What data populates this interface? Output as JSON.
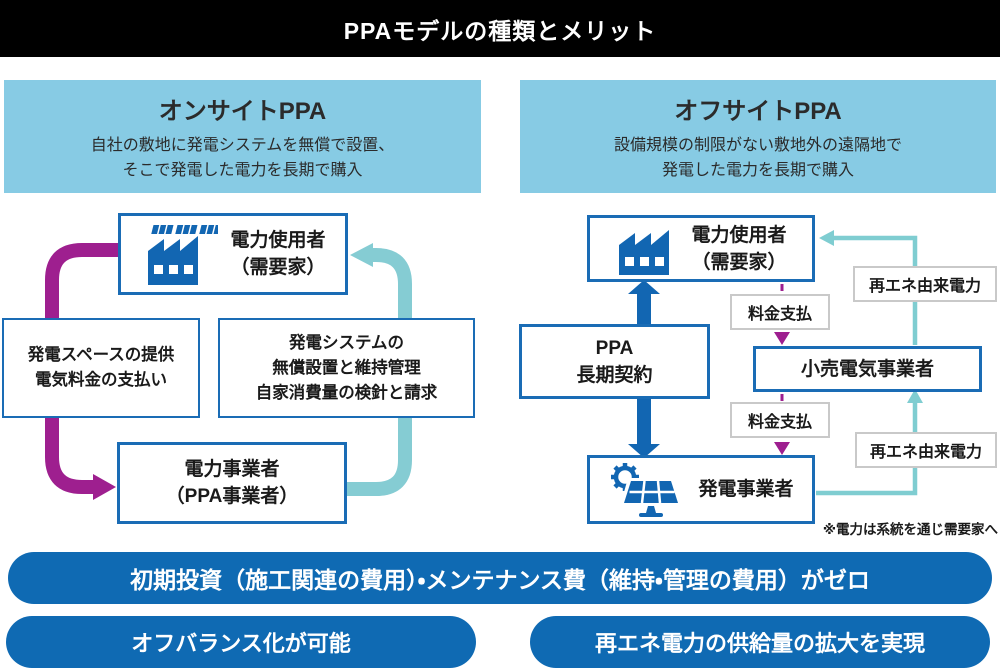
{
  "title": "PPAモデルの種類とメリット",
  "onsite": {
    "header": {
      "title": "オンサイトPPA",
      "line1": "自社の敷地に発電システムを無償で設置、",
      "line2": "そこで発電した電力を長期で購入"
    },
    "user": {
      "line1": "電力使用者",
      "line2": "（需要家）"
    },
    "left_label": {
      "line1": "発電スペースの提供",
      "line2": "電気料金の支払い"
    },
    "right_label": {
      "line1": "発電システムの",
      "line2": "無償設置と維持管理",
      "line3": "自家消費量の検針と請求"
    },
    "provider": {
      "line1": "電力事業者",
      "line2": "（PPA事業者）"
    }
  },
  "offsite": {
    "header": {
      "title": "オフサイトPPA",
      "line1": "設備規模の制限がない敷地外の遠隔地で",
      "line2": "発電した電力を長期で購入"
    },
    "user": {
      "line1": "電力使用者",
      "line2": "（需要家）"
    },
    "ppa": {
      "line1": "PPA",
      "line2": "長期契約"
    },
    "retailer_label": "小売電気事業者",
    "generator_label": "発電事業者",
    "payment_upper": "料金支払",
    "payment_lower": "料金支払",
    "renewable_upper": "再エネ由来電力",
    "renewable_lower": "再エネ由来電力",
    "note": "※電力は系統を通じ需要家へ"
  },
  "benefits": {
    "main": "初期投資（施工関連の費用）・メンテナンス費（維持・管理の費用）がゼロ",
    "left": "オフバランス化が可能",
    "right": "再エネ電力の供給量の拡大を実現"
  },
  "icons": {
    "onsite_user": "factory-with-solar-panels",
    "offsite_user": "factory",
    "generator": "solar-panel-with-gear"
  },
  "colors": {
    "title_bar_bg": "#000000",
    "header_bg": "#87cbe4",
    "box_border": "#1a6cb5",
    "icon_blue": "#1266b2",
    "arrow_purple": "#9e1f8f",
    "arrow_teal": "#85ccd3",
    "banner_blue": "#0f6ab3",
    "tag_border": "#c9c9c9"
  }
}
